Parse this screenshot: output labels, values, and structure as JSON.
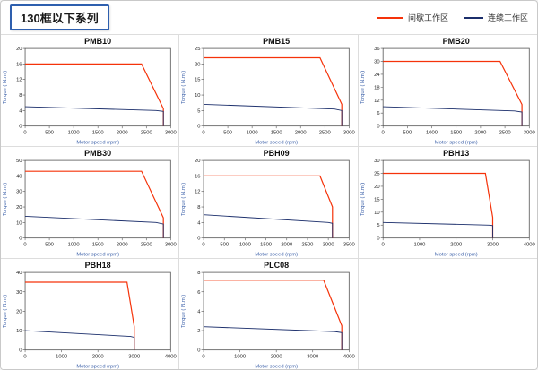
{
  "page": {
    "title": "130框以下系列"
  },
  "legend": {
    "items": [
      {
        "label": "间歇工作区",
        "color": "#f5330a"
      },
      {
        "label": "连续工作区",
        "color": "#1b2e6b"
      }
    ]
  },
  "chart_data": [
    {
      "type": "line",
      "title": "PMB10",
      "xlabel": "Motor speed (rpm)",
      "ylabel": "Torque ( N.m )",
      "xlim": [
        0,
        3000
      ],
      "ylim": [
        0,
        20
      ],
      "xticks": [
        0,
        500,
        1000,
        1500,
        2000,
        2500,
        3000
      ],
      "yticks": [
        0,
        4,
        8,
        12,
        16,
        20
      ],
      "series": [
        {
          "name": "间歇工作区",
          "color": "#f5330a",
          "points": [
            [
              0,
              16
            ],
            [
              2400,
              16
            ],
            [
              2850,
              4.5
            ],
            [
              2850,
              0
            ]
          ]
        },
        {
          "name": "连续工作区",
          "color": "#1b2e6b",
          "points": [
            [
              0,
              5
            ],
            [
              2700,
              4
            ],
            [
              2850,
              3.8
            ],
            [
              2850,
              0
            ]
          ]
        }
      ]
    },
    {
      "type": "line",
      "title": "PMB15",
      "xlabel": "Motor speed (rpm)",
      "ylabel": "Torque ( N.m )",
      "xlim": [
        0,
        3000
      ],
      "ylim": [
        0,
        25
      ],
      "xticks": [
        0,
        500,
        1000,
        1500,
        2000,
        2500,
        3000
      ],
      "yticks": [
        0,
        5,
        10,
        15,
        20,
        25
      ],
      "series": [
        {
          "name": "间歇工作区",
          "color": "#f5330a",
          "points": [
            [
              0,
              22
            ],
            [
              2400,
              22
            ],
            [
              2850,
              7
            ],
            [
              2850,
              0
            ]
          ]
        },
        {
          "name": "连续工作区",
          "color": "#1b2e6b",
          "points": [
            [
              0,
              7
            ],
            [
              2700,
              5.5
            ],
            [
              2850,
              5
            ],
            [
              2850,
              0
            ]
          ]
        }
      ]
    },
    {
      "type": "line",
      "title": "PMB20",
      "xlabel": "Motor speed (rpm)",
      "ylabel": "Torque ( N.m )",
      "xlim": [
        0,
        3000
      ],
      "ylim": [
        0,
        36
      ],
      "xticks": [
        0,
        500,
        1000,
        1500,
        2000,
        2500,
        3000
      ],
      "yticks": [
        0,
        6,
        12,
        18,
        24,
        30,
        36
      ],
      "series": [
        {
          "name": "间歇工作区",
          "color": "#f5330a",
          "points": [
            [
              0,
              30
            ],
            [
              2400,
              30
            ],
            [
              2850,
              10
            ],
            [
              2850,
              0
            ]
          ]
        },
        {
          "name": "连续工作区",
          "color": "#1b2e6b",
          "points": [
            [
              0,
              9
            ],
            [
              2700,
              7
            ],
            [
              2850,
              6.5
            ],
            [
              2850,
              0
            ]
          ]
        }
      ]
    },
    {
      "type": "line",
      "title": "PMB30",
      "xlabel": "Motor speed (rpm)",
      "ylabel": "Torque ( N.m )",
      "xlim": [
        0,
        3000
      ],
      "ylim": [
        0,
        50
      ],
      "xticks": [
        0,
        500,
        1000,
        1500,
        2000,
        2500,
        3000
      ],
      "yticks": [
        0,
        10,
        20,
        30,
        40,
        50
      ],
      "series": [
        {
          "name": "间歇工作区",
          "color": "#f5330a",
          "points": [
            [
              0,
              43
            ],
            [
              2400,
              43
            ],
            [
              2850,
              13
            ],
            [
              2850,
              0
            ]
          ]
        },
        {
          "name": "连续工作区",
          "color": "#1b2e6b",
          "points": [
            [
              0,
              14
            ],
            [
              2700,
              10
            ],
            [
              2850,
              9
            ],
            [
              2850,
              0
            ]
          ]
        }
      ]
    },
    {
      "type": "line",
      "title": "PBH09",
      "xlabel": "Motor speed (rpm)",
      "ylabel": "Torque ( N.m )",
      "xlim": [
        0,
        3500
      ],
      "ylim": [
        0,
        20
      ],
      "xticks": [
        0,
        500,
        1000,
        1500,
        2000,
        2500,
        3000,
        3500
      ],
      "yticks": [
        0,
        4,
        8,
        12,
        16,
        20
      ],
      "series": [
        {
          "name": "间歇工作区",
          "color": "#f5330a",
          "points": [
            [
              0,
              16
            ],
            [
              2800,
              16
            ],
            [
              3100,
              8
            ],
            [
              3100,
              0
            ]
          ]
        },
        {
          "name": "连续工作区",
          "color": "#1b2e6b",
          "points": [
            [
              0,
              6
            ],
            [
              3000,
              4
            ],
            [
              3100,
              3.8
            ],
            [
              3100,
              0
            ]
          ]
        }
      ]
    },
    {
      "type": "line",
      "title": "PBH13",
      "xlabel": "Motor speed (rpm)",
      "ylabel": "Torque ( N.m )",
      "xlim": [
        0,
        4000
      ],
      "ylim": [
        0,
        30
      ],
      "xticks": [
        0,
        1000,
        2000,
        3000,
        4000
      ],
      "yticks": [
        0,
        5,
        10,
        15,
        20,
        25,
        30
      ],
      "series": [
        {
          "name": "间歇工作区",
          "color": "#f5330a",
          "points": [
            [
              0,
              25
            ],
            [
              2800,
              25
            ],
            [
              3000,
              8
            ],
            [
              3000,
              0
            ]
          ]
        },
        {
          "name": "连续工作区",
          "color": "#1b2e6b",
          "points": [
            [
              0,
              6
            ],
            [
              2900,
              5
            ],
            [
              3000,
              4.8
            ],
            [
              3000,
              0
            ]
          ]
        }
      ]
    },
    {
      "type": "line",
      "title": "PBH18",
      "xlabel": "Motor speed (rpm)",
      "ylabel": "Torque ( N.m )",
      "xlim": [
        0,
        4000
      ],
      "ylim": [
        0,
        40
      ],
      "xticks": [
        0,
        1000,
        2000,
        3000,
        4000
      ],
      "yticks": [
        0,
        10,
        20,
        30,
        40
      ],
      "series": [
        {
          "name": "间歇工作区",
          "color": "#f5330a",
          "points": [
            [
              0,
              35
            ],
            [
              2800,
              35
            ],
            [
              3000,
              12
            ],
            [
              3000,
              0
            ]
          ]
        },
        {
          "name": "连续工作区",
          "color": "#1b2e6b",
          "points": [
            [
              0,
              10
            ],
            [
              2900,
              7
            ],
            [
              3000,
              6.5
            ],
            [
              3000,
              0
            ]
          ]
        }
      ]
    },
    {
      "type": "line",
      "title": "PLC08",
      "xlabel": "Motor speed (rpm)",
      "ylabel": "Torque ( N.m )",
      "xlim": [
        0,
        4000
      ],
      "ylim": [
        0,
        8
      ],
      "xticks": [
        0,
        1000,
        2000,
        3000,
        4000
      ],
      "yticks": [
        0,
        2,
        4,
        6,
        8
      ],
      "series": [
        {
          "name": "间歇工作区",
          "color": "#f5330a",
          "points": [
            [
              0,
              7.2
            ],
            [
              3300,
              7.2
            ],
            [
              3800,
              2.5
            ],
            [
              3800,
              0
            ]
          ]
        },
        {
          "name": "连续工作区",
          "color": "#1b2e6b",
          "points": [
            [
              0,
              2.4
            ],
            [
              3600,
              1.9
            ],
            [
              3800,
              1.8
            ],
            [
              3800,
              0
            ]
          ]
        }
      ]
    }
  ]
}
